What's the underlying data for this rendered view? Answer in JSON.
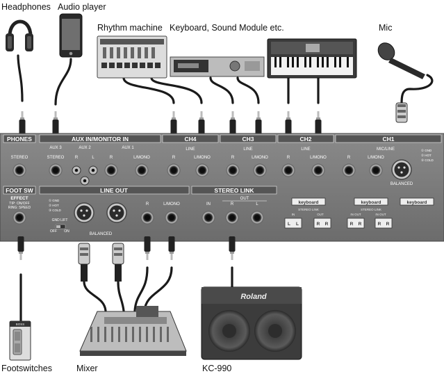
{
  "labels": {
    "headphones": "Headphones",
    "audio_player": "Audio player",
    "rhythm_machine": "Rhythm machine",
    "keyboard_module": "Keyboard, Sound Module etc.",
    "mic": "Mic",
    "footswitches": "Footswitches",
    "mixer": "Mixer",
    "amp": "KC-990"
  },
  "panel": {
    "sections": {
      "phones": "PHONES",
      "aux_in": "AUX IN/MONITOR IN",
      "ch4": "CH4",
      "ch3": "CH3",
      "ch2": "CH2",
      "ch1": "CH1",
      "foot_sw": "FOOT SW",
      "line_out": "LINE OUT",
      "stereo_link": "STEREO LINK"
    },
    "phones_jack": "STEREO",
    "aux3": "AUX 3",
    "aux3_jack": "STEREO",
    "aux2": "AUX 2",
    "aux1": "AUX 1",
    "r": "R",
    "l": "L",
    "l_mono": "L/MONO",
    "line": "LINE",
    "mic_line": "MIC/LINE",
    "balanced": "BALANCED",
    "ch1_switch": [
      "① GND",
      "② HOT",
      "③ COLD"
    ],
    "effect": "EFFECT",
    "effect_sub1": "TIP: ON/OFF",
    "effect_sub2": "RING: SPEED",
    "line_out_switch": [
      "① GND",
      "② HOT",
      "③ COLD"
    ],
    "gnd_lift": "GND LIFT",
    "off": "OFF",
    "on": "ON",
    "link_in": "IN",
    "link_out": "OUT",
    "keyboard": "keyboard",
    "stereo_link_label": "STEREO LINK",
    "in": "IN",
    "out": "OUT",
    "in_out": "IN OUT",
    "r_letter": "R",
    "l_letter": "L"
  },
  "amp_brand": "Roland",
  "footswitch_brand": "BOSS"
}
